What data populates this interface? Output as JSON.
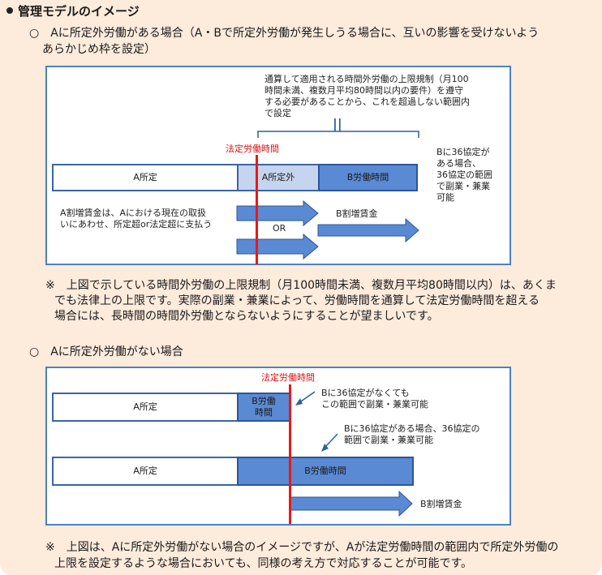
{
  "heading": "管理モデルのイメージ",
  "case1": {
    "title_line1": "○　Aに所定外労働がある場合（A・Bで所定外労働が発生しうる場合に、互いの影響を受けないよう",
    "title_line2": "あらかじめ枠を設定）",
    "callout_lines": [
      "通算して適用される時間外労働の上限規制（月100",
      "時間未満、複数月平均80時間以内の要件）を遵守",
      "する必要があることから、これを超過しない範囲内",
      "で設定"
    ],
    "equal_sign": "||",
    "legal_hours": "法定労働時間",
    "a_scheduled": "A所定",
    "a_overtime": "A所定外",
    "b_hours": "B労働時間",
    "side_note_lines": [
      "Bに36協定が",
      "ある場合、",
      "36協定の範囲",
      "で副業・兼業",
      "可能"
    ],
    "a_premium_lines": [
      "A割増賃金は、Aにおける現在の取扱",
      "いにあわせ、所定超or法定超に支払う"
    ],
    "or_label": "OR",
    "b_premium": "B割増賃金",
    "note_lines": [
      "※　上図で示している時間外労働の上限規制（月100時間未満、複数月平均80時間以内）は、あくま",
      "でも法律上の上限です。実際の副業・兼業によって、労働時間を通算して法定労働時間を超える",
      "場合には、長時間の時間外労働とならないようにすることが望ましいです。"
    ]
  },
  "case2": {
    "title": "○　Aに所定外労働がない場合",
    "legal_hours": "法定労働時間",
    "a_scheduled_1": "A所定",
    "b_short_lines": [
      "B労働",
      "時間"
    ],
    "callout1_lines": [
      "Bに36協定がなくても",
      "この範囲で副業・兼業可能"
    ],
    "callout2_lines": [
      "Bに36協定がある場合、36協定の",
      "範囲で副業・兼業可能"
    ],
    "a_scheduled_2": "A所定",
    "b_hours": "B労働時間",
    "b_premium": "B割増賃金",
    "note_lines": [
      "※　上図は、Aに所定外労働がない場合のイメージですが、Aが法定労働時間の範囲内で所定外労働の",
      "上限を設定するような場合においても、同様の考え方で対応することが可能です。"
    ]
  },
  "colors": {
    "frame": "#4f81bd",
    "bar_blue": "#5a8ad3",
    "bar_light": "#c6d5ef",
    "legal_line": "#e61919",
    "panel": "#fdebdc"
  }
}
